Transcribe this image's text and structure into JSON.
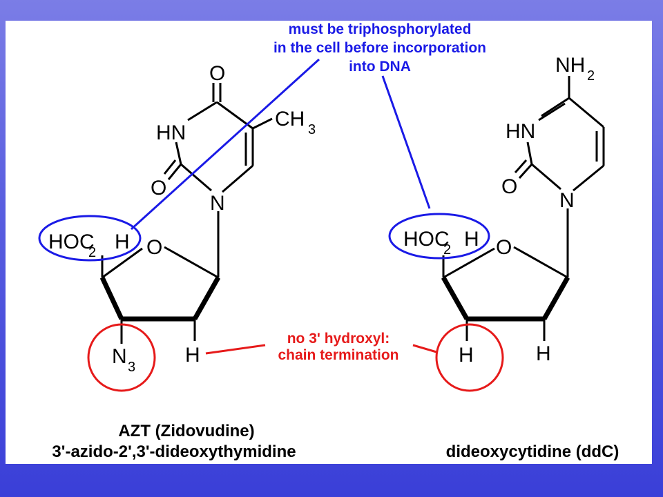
{
  "annotations": {
    "blue_note": {
      "line1": "must be triphosphorylated",
      "line2": "in the cell before incorporation",
      "line3": "into DNA",
      "color": "#1a1ae6"
    },
    "red_note": {
      "line1": "no 3' hydroxyl:",
      "line2": "chain termination",
      "color": "#e61a1a"
    }
  },
  "azt": {
    "caption_line1": "AZT (Zidovudine)",
    "caption_line2": "3'-azido-2',3'-dideoxythymidine",
    "atoms": {
      "o_top": "O",
      "hn": "HN",
      "o_left": "O",
      "n1": "N",
      "ch3_main": "CH",
      "ch3_sub": "3",
      "hoc2h_a": "HOC",
      "hoc2h_sub": "2",
      "hoc2h_b": "H",
      "ring_o": "O",
      "n3_main": "N",
      "n3_sub": "3",
      "h": "H"
    }
  },
  "ddc": {
    "caption": "dideoxycytidine (ddC)",
    "atoms": {
      "nh2_main": "NH",
      "nh2_sub": "2",
      "hn": "HN",
      "o_left": "O",
      "n1": "N",
      "hoc2h_a": "HOC",
      "hoc2h_sub": "2",
      "hoc2h_b": "H",
      "ring_o": "O",
      "h_left": "H",
      "h_right": "H"
    }
  }
}
